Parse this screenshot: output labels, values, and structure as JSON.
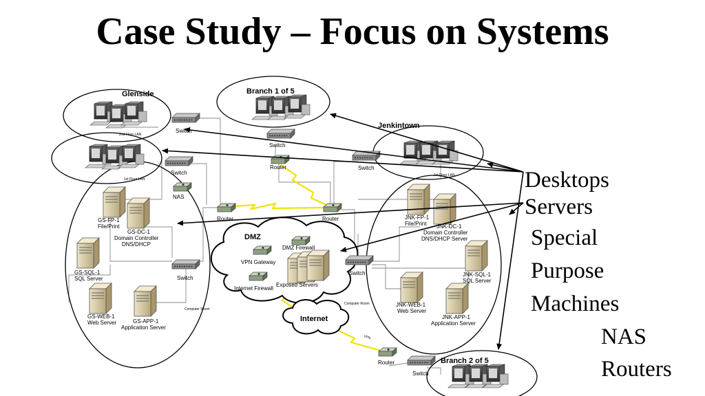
{
  "title": "Case Study – Focus on Systems",
  "legend": {
    "desktops": "Desktops",
    "servers": "Servers",
    "special": "Special",
    "purpose": "Purpose",
    "machines": "Machines",
    "nas": "NAS",
    "routers": "Routers"
  },
  "diagram": {
    "sites": {
      "glenside": "Glenside",
      "branch1": "Branch 1 of 5",
      "jenkintown": "Jenkintown",
      "branch2": "Branch 2 of 5",
      "dmz": "DMZ",
      "internet": "Internet"
    },
    "lan": {
      "glenside_2nd": "2nd Floor LAN",
      "glenside_1st": "1st Floor LAN",
      "jenkintown_1st": "1st Floor LAN"
    },
    "devices": {
      "switch": "Switch",
      "router": "Router",
      "nas": "NAS",
      "vpn_gateway": "VPN Gateway",
      "dmz_firewall": "DMZ Firewall",
      "exposed_servers": "Exposed Servers",
      "internet_firewall": "Internet Firewall",
      "computer_room": "Computer Room",
      "vpn": "VPN"
    },
    "servers": {
      "gs_fp1_name": "GS-FP-1",
      "gs_fp1_role": "File/Print",
      "gs_dc1_name": "GS-DC-1",
      "gs_dc1_role1": "Domain Controller",
      "gs_dc1_role2": "DNS/DHCP",
      "gs_sql1_name": "GS-SQL-1",
      "gs_sql1_role": "SQL Server",
      "gs_web1_name": "GS-WEB-1",
      "gs_web1_role": "Web Server",
      "gs_app1_name": "GS-APP-1",
      "gs_app1_role": "Application Server",
      "jnk_fp1_name": "JNK-FP-1",
      "jnk_fp1_role": "File/Print",
      "jnk_dc1_name": "JNK-DC-1",
      "jnk_dc1_role1": "Domain Controller",
      "jnk_dc1_role2": "DNS/DHCP Server",
      "jnk_sql1_name": "JNK-SQL-1",
      "jnk_sql1_role": "SQL Server",
      "jnk_web1_name": "JNK-WEB-1",
      "jnk_web1_role": "Web Server",
      "jnk_app1_name": "JNK-APP-1",
      "jnk_app1_role": "Application Server"
    }
  }
}
